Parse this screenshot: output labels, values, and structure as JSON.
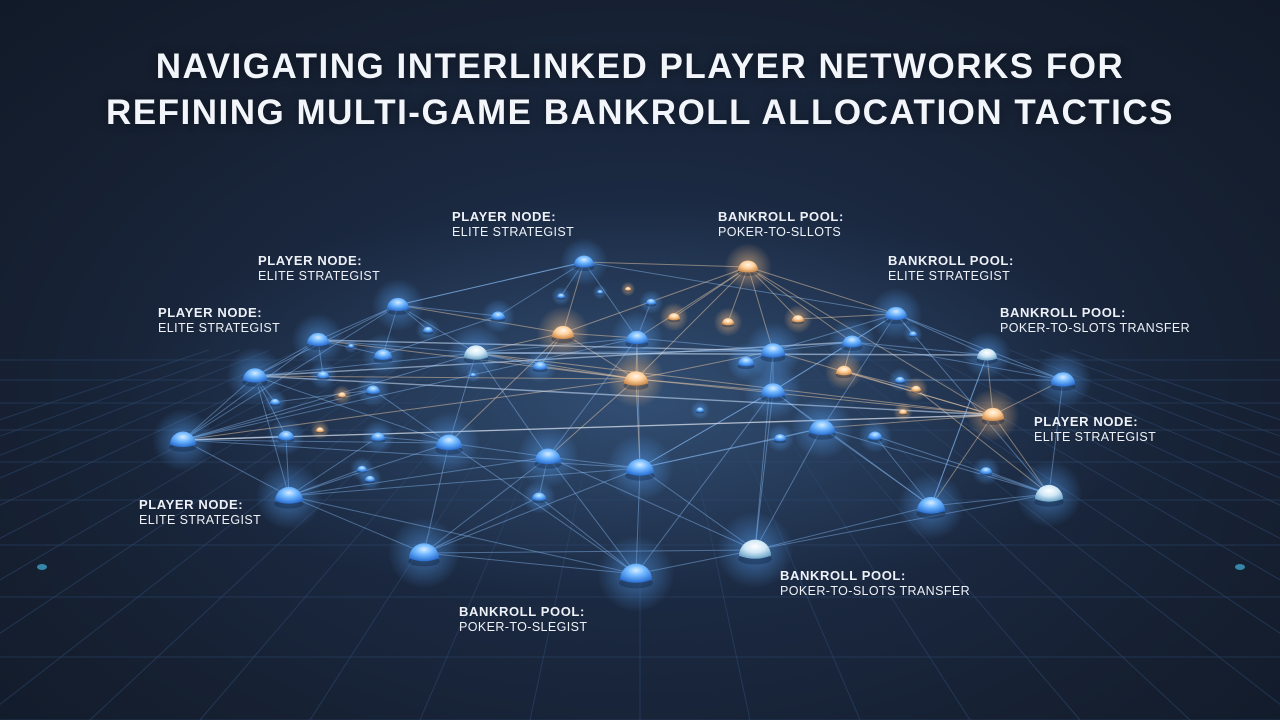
{
  "title": {
    "line1": "NAVIGATING INTERLINKED PLAYER NETWORKS FOR",
    "line2": "REFINING MULTI-GAME BANKROLL ALLOCATION TACTICS"
  },
  "labels": [
    {
      "heading": "PLAYER NODE:",
      "sub": "ELITE STRATEGIST"
    },
    {
      "heading": "BANKROLL POOL:",
      "sub": "POKER-TO-SLLOTS"
    },
    {
      "heading": "PLAYER NODE:",
      "sub": "ELITE STRATEGIST"
    },
    {
      "heading": "BANKROLL POOL:",
      "sub": "ELITE STRATEGIST"
    },
    {
      "heading": "PLAYER NODE:",
      "sub": "ELITE STRATEGIST"
    },
    {
      "heading": "BANKROLL POOL:",
      "sub": "POKER-TO-SLOTS TRANSFER"
    },
    {
      "heading": "PLAYER NODE:",
      "sub": "ELITE STRATEGIST"
    },
    {
      "heading": "PLAYER NODE:",
      "sub": "ELITE STRATEGIST"
    },
    {
      "heading": "BANKROLL POOL:",
      "sub": "POKER-TO-SLOTS TRANSFER"
    },
    {
      "heading": "BANKROLL POOL:",
      "sub": "POKER-TO-SLEGIST"
    }
  ],
  "colors": {
    "background": "#1a2840",
    "node_blue": "#5aa8ff",
    "node_warm": "#ffd7a8",
    "link": "#8fc4ff",
    "grid": "#2e4a70"
  }
}
